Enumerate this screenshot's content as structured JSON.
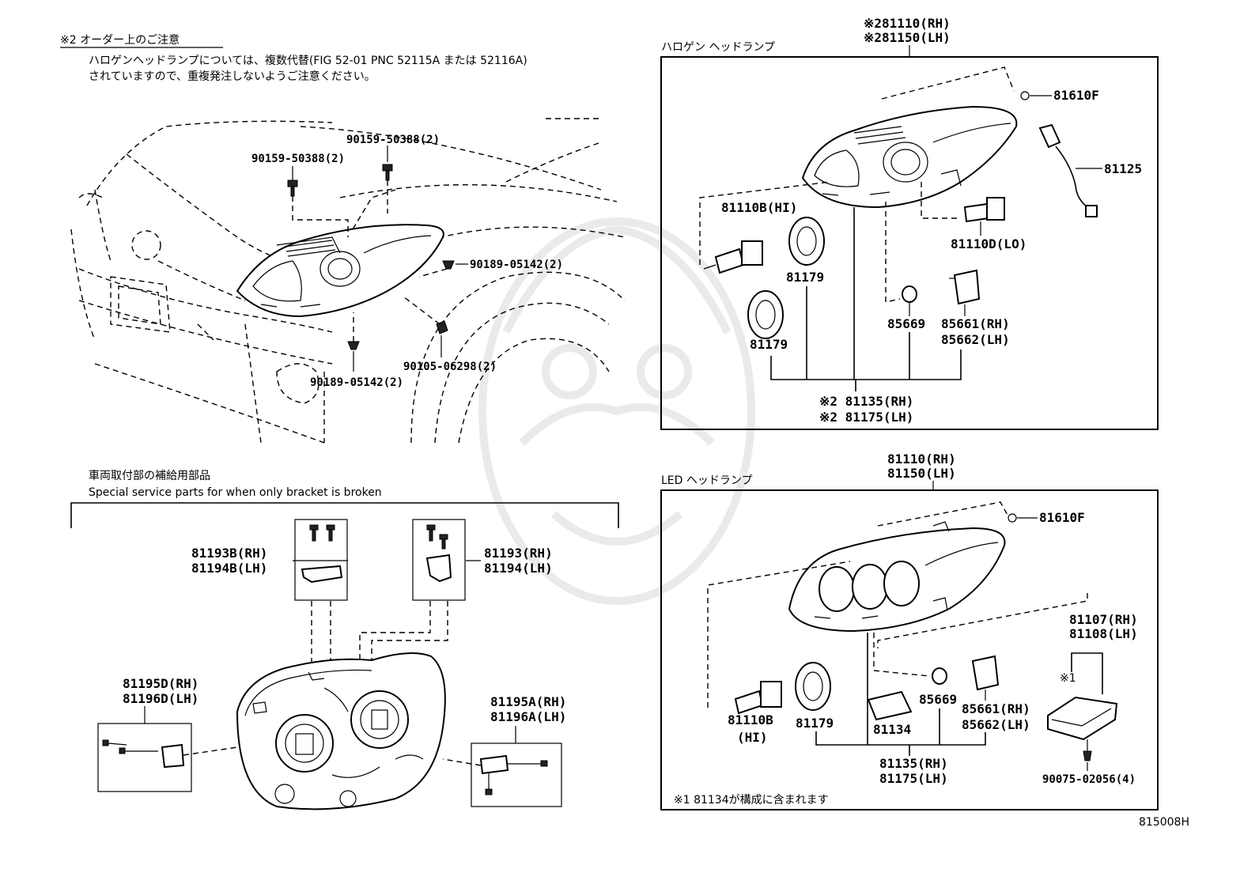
{
  "top_note": {
    "title": "※2 オーダー上のご注意",
    "line1": "ハロゲンヘッドランプについては、複数代替(FIG 52-01 PNC 52115A または 52116A)",
    "line2": "されていますので、重複発注しないようご注意ください。"
  },
  "car_callouts": {
    "bolt_a": "90159-50388(2)",
    "bolt_b": "90159-50388(2)",
    "screw_a": "90189-05142(2)",
    "screw_b": "90189-05142(2)",
    "clip": "90105-06298(2)"
  },
  "bracket_section": {
    "title_jp": "車両取付部の補給用部品",
    "title_en": "Special service parts for when only bracket is broken",
    "upper_left_rh": "81193B(RH)",
    "upper_left_lh": "81194B(LH)",
    "upper_right_rh": "81193(RH)",
    "upper_right_lh": "81194(LH)",
    "side_left_rh": "81195D(RH)",
    "side_left_lh": "81196D(LH)",
    "side_right_rh": "81195A(RH)",
    "side_right_lh": "81196A(LH)"
  },
  "halogen_panel": {
    "title": "ハロゲン ヘッドランプ",
    "assy_rh": "※281110(RH)",
    "assy_lh": "※281150(LH)",
    "socket": "81610F",
    "harness": "81125",
    "bulb_hi": "81110B(HI)",
    "bulb_lo": "81110D(LO)",
    "cover_a": "81179",
    "cover_b": "81179",
    "ring": "85669",
    "actuator_rh": "85661(RH)",
    "actuator_lh": "85662(LH)",
    "unit_rh": "※2 81135(RH)",
    "unit_lh": "※2 81175(LH)"
  },
  "led_panel": {
    "title": "LED ヘッドランプ",
    "assy_rh": "81110(RH)",
    "assy_lh": "81150(LH)",
    "socket": "81610F",
    "computer_rh": "81107(RH)",
    "computer_lh": "81108(LH)",
    "mark1": "※1",
    "bulb_code": "81110B",
    "bulb_hi": "(HI)",
    "cover": "81179",
    "gasket": "81134",
    "ring": "85669",
    "actuator_rh": "85661(RH)",
    "actuator_lh": "85662(LH)",
    "unit_rh": "81135(RH)",
    "unit_lh": "81175(LH)",
    "screw": "90075-02056(4)",
    "footnote": "※1 81134が構成に含まれます"
  },
  "figure_id": "815008H"
}
